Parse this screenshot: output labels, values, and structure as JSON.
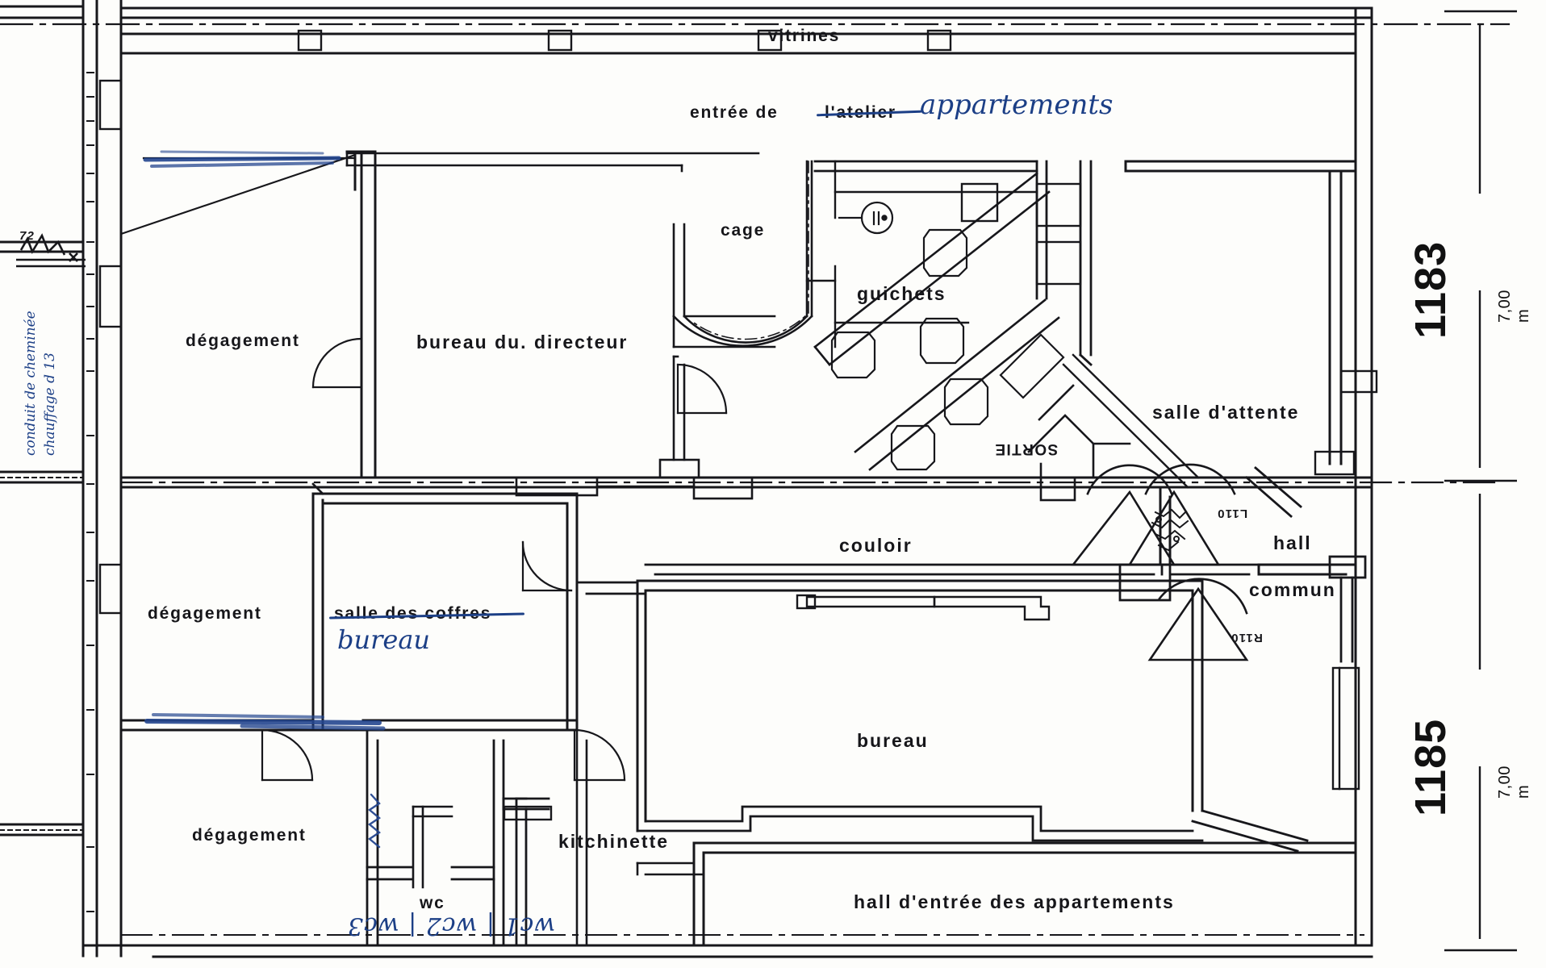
{
  "document": {
    "type": "architectural-floor-plan",
    "language": "fr",
    "description": "Plan d'etage avec annotations manuscrites bleues"
  },
  "parcels": [
    {
      "number": "1183",
      "dimension": "7,00 m"
    },
    {
      "number": "1185",
      "dimension": "7,00 m"
    }
  ],
  "rooms": {
    "vitrines": "vitrines",
    "entree_atelier_prefix": "entrée de",
    "entree_atelier_struck": "l'atelier",
    "cage": "cage",
    "guichets": "guichets",
    "salle_attente": "salle d'attente",
    "degagement_1": "dégagement",
    "bureau_directeur": "bureau du. directeur",
    "couloir": "couloir",
    "hall": "hall",
    "commun": "commun",
    "degagement_2": "dégagement",
    "salle_coffres_struck": "salle des coffres",
    "degagement_3": "dégagement",
    "kitchinette": "kitchinette",
    "wc": "wc",
    "bureau": "bureau",
    "hall_entree_appart": "hall d'entrée des appartements",
    "sortie": "SORTIE"
  },
  "door_tags": {
    "l110": "L110",
    "r110": "R110"
  },
  "handwriting": {
    "appartements": "appartements",
    "bureau": "bureau",
    "wc_list": "wc1 | wc2 | wc3",
    "left_note_line1": "conduit de cheminée",
    "left_note_line2": "chauffage d 13",
    "left_mark": "72"
  },
  "colors": {
    "ink": "#16161a",
    "annotation_blue": "#1c3f86",
    "paper": "#fdfdfb"
  }
}
